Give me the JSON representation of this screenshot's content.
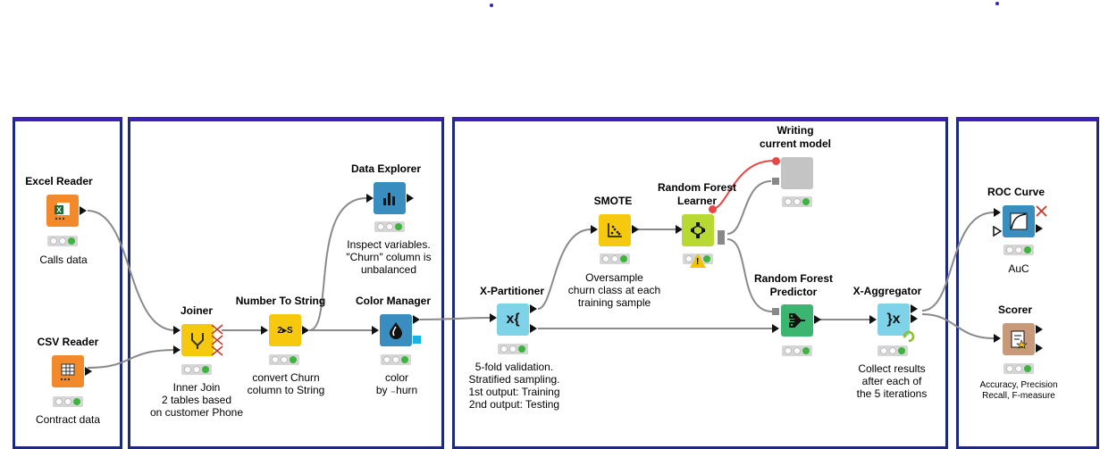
{
  "colors": {
    "annotation_border": "#1c2a78",
    "annotation_top": "#3c22b4",
    "source_node": "#f28a2b",
    "manipulator_node": "#f6c80e",
    "visualizer_node": "#3a8ebf",
    "learner_node": "#b8d832",
    "predictor_node": "#3cb570",
    "meta_node": "#7fd3e8",
    "scorer_node": "#c99a7a",
    "writer_node": "#c4c4c4",
    "status_ok": "#3db43d",
    "connection": "#8a8a8a",
    "model_connection": "#e84545"
  },
  "nodes": {
    "excel_reader": {
      "title": "Excel Reader",
      "desc": "Calls data",
      "icon": "excel-icon"
    },
    "csv_reader": {
      "title": "CSV Reader",
      "desc": "Contract data",
      "icon": "csv-table-icon"
    },
    "joiner": {
      "title": "Joiner",
      "desc": "Inner Join\n2 tables based\non customer Phone",
      "icon": "joiner-icon"
    },
    "number_to_string": {
      "title": "Number To String",
      "desc": "convert Churn\ncolumn to String",
      "icon_text": "2▸S"
    },
    "data_explorer": {
      "title": "Data Explorer",
      "desc": "Inspect variables.\n\"Churn\" column is\nunbalanced",
      "icon": "bar-chart-icon"
    },
    "color_manager": {
      "title": "Color Manager",
      "desc": "color\nby ₋hurn",
      "icon": "drop-icon"
    },
    "x_partitioner": {
      "title": "X-Partitioner",
      "desc": "5-fold validation.\nStratified sampling.\n1st output: Training\n2nd output: Testing",
      "icon_text": "x{"
    },
    "smote": {
      "title": "SMOTE",
      "desc": "Oversample\nchurn class at each\ntraining sample",
      "icon": "scatter-icon"
    },
    "rf_learner": {
      "title": "Random Forest\nLearner",
      "icon": "tree-icon",
      "warning": "!"
    },
    "writing_model": {
      "title": "Writing\ncurrent model",
      "icon": "metanode-icon"
    },
    "rf_predictor": {
      "title": "Random Forest\nPredictor",
      "icon": "predictor-icon"
    },
    "x_aggregator": {
      "title": "X-Aggregator",
      "desc": "Collect results\nafter each of\nthe 5 iterations",
      "icon_text": "}x"
    },
    "roc_curve": {
      "title": "ROC Curve",
      "desc": "AuC",
      "icon": "roc-curve-icon"
    },
    "scorer": {
      "title": "Scorer",
      "desc": "Accuracy, Precision\nRecall, F-measure",
      "icon": "scorer-icon"
    }
  }
}
